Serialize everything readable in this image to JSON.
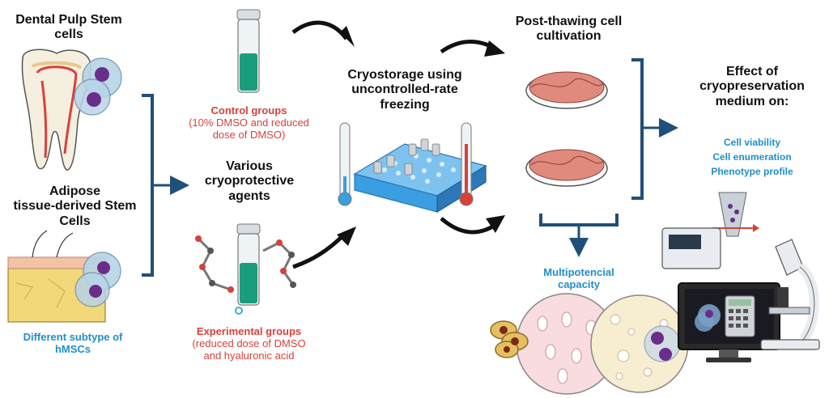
{
  "left": {
    "dpsc_line1": "Dental Pulp Stem",
    "dpsc_line2": "cells",
    "adipose_line1": "Adipose",
    "adipose_line2": "tissue-derived Stem",
    "adipose_line3": "Cells",
    "subtype_line1": "Different subtype of",
    "subtype_line2": "hMSCs"
  },
  "control": {
    "title": "Control groups",
    "line1": "(10% DMSO and reduced",
    "line2": "dose of DMSO)"
  },
  "agents": {
    "line1": "Various",
    "line2": "cryoprotective",
    "line3": "agents"
  },
  "experimental": {
    "title": "Experimental groups",
    "line1": "(reduced dose of DMSO",
    "line2": "and hyaluronic acid"
  },
  "cryo": {
    "line1": "Cryostorage using",
    "line2": "uncontrolled-rate",
    "line3": "freezing"
  },
  "post": {
    "line1": "Post-thawing cell",
    "line2": "cultivation"
  },
  "multi": {
    "line1": "Multipotencial",
    "line2": "capacity"
  },
  "effect": {
    "line1": "Effect of",
    "line2": "cryopreservation",
    "line3": "medium on:",
    "items": [
      "Cell viability",
      "Cell enumeration",
      "Phenotype profile"
    ]
  },
  "colors": {
    "bracket": "#1f4f7a",
    "red_text": "#d9403a",
    "blue_text": "#1f8fc9",
    "vial_fluid": "#1a9d7a",
    "dish_cells": "#e08a7e",
    "rack_blue": "#3a9ee0"
  }
}
